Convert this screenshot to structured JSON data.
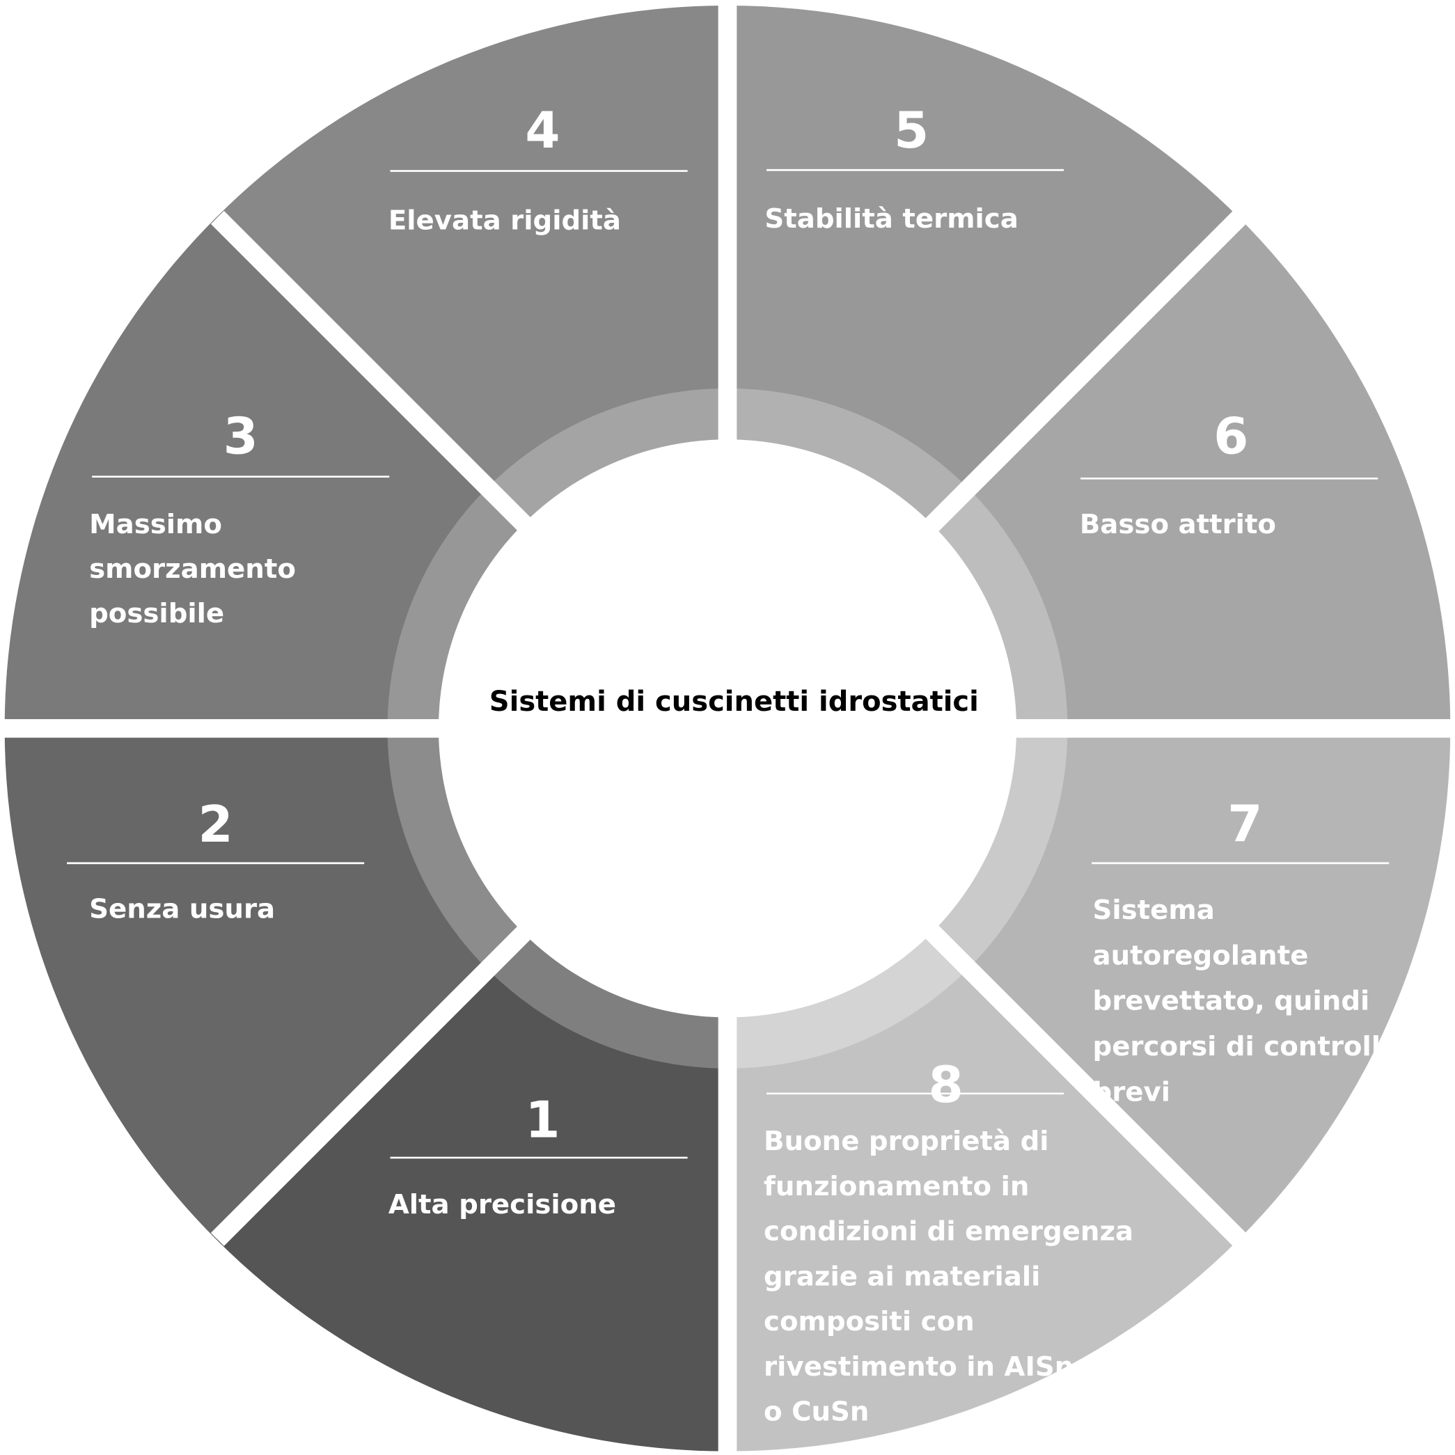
{
  "title": "Sistemi di cuscinetti idrostatici",
  "segments": [
    {
      "number": "1",
      "lines": [
        "Alta precisione"
      ],
      "color": "#555555",
      "ring": "#7f7f7f"
    },
    {
      "number": "2",
      "lines": [
        "Senza usura"
      ],
      "color": "#676767",
      "ring": "#8c8c8c"
    },
    {
      "number": "3",
      "lines": [
        "Massimo",
        "smorzamento",
        "possibile"
      ],
      "color": "#7a7a7a",
      "ring": "#979797"
    },
    {
      "number": "4",
      "lines": [
        "Elevata rigidità"
      ],
      "color": "#888888",
      "ring": "#a4a4a4"
    },
    {
      "number": "5",
      "lines": [
        "Stabilità termica"
      ],
      "color": "#989898",
      "ring": "#b1b1b1"
    },
    {
      "number": "6",
      "lines": [
        "Basso attrito"
      ],
      "color": "#a6a6a6",
      "ring": "#bdbdbd"
    },
    {
      "number": "7",
      "lines": [
        "Sistema",
        "autoregolante",
        "brevettato, quindi",
        "percorsi di controllo",
        "brevi"
      ],
      "color": "#b5b5b5",
      "ring": "#cacaca"
    },
    {
      "number": "8",
      "lines": [
        "Buone proprietà di",
        "funzionamento in",
        "condizioni di emergenza",
        "grazie ai materiali",
        "compositi con",
        "rivestimento in AISn",
        "o CuSn"
      ],
      "color": "#c2c2c2",
      "ring": "#d4d4d4"
    }
  ]
}
